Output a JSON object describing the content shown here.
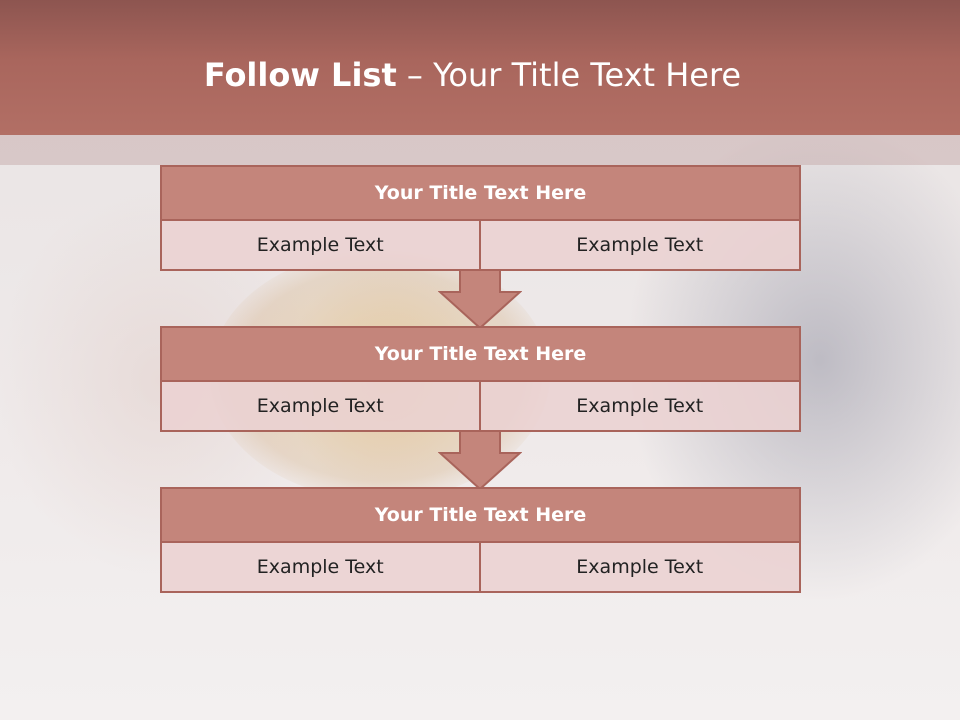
{
  "header": {
    "title_bold": "Follow List",
    "title_rest": " – Your Title Text Here"
  },
  "blocks": [
    {
      "title": "Your Title Text Here",
      "left": "Example Text",
      "right": "Example Text"
    },
    {
      "title": "Your Title Text Here",
      "left": "Example Text",
      "right": "Example Text"
    },
    {
      "title": "Your Title Text Here",
      "left": "Example Text",
      "right": "Example Text"
    }
  ],
  "colors": {
    "header": "#a9665d",
    "block_title": "#c4857b",
    "border": "#a9645b",
    "cell": "#ebd2d2",
    "arrow": "#c4857b"
  }
}
